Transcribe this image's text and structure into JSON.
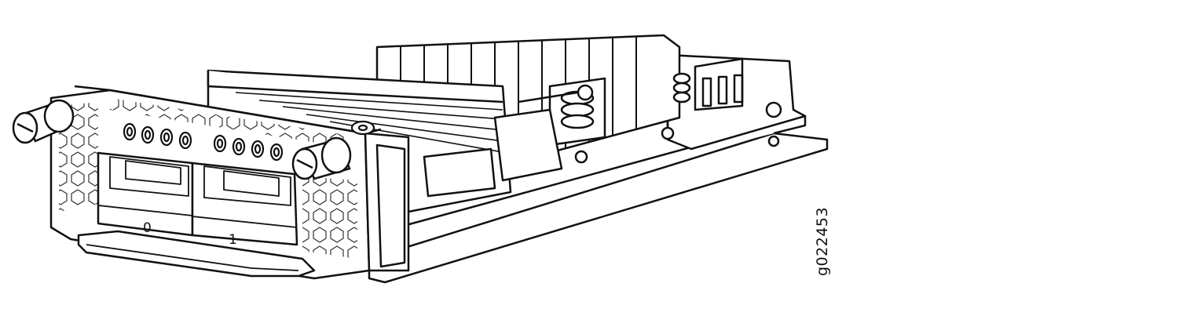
{
  "figure": {
    "id_label": "g022453",
    "ports": [
      {
        "label": "0"
      },
      {
        "label": "1"
      }
    ],
    "led_count": 8
  }
}
